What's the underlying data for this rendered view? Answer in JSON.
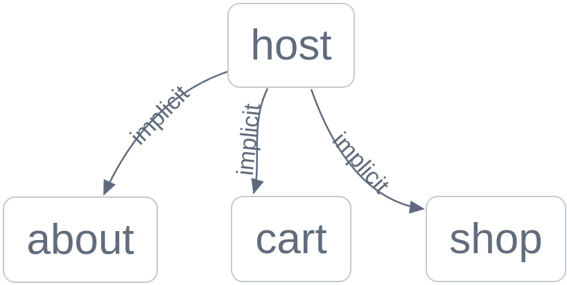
{
  "diagram": {
    "type": "dependency-graph",
    "background_color": "#ffffff",
    "node_border_color": "#c6c9ce",
    "node_text_color": "#616c7c",
    "edge_color": "#5f6b7c",
    "nodes": [
      {
        "id": "host",
        "label": "host"
      },
      {
        "id": "about",
        "label": "about"
      },
      {
        "id": "cart",
        "label": "cart"
      },
      {
        "id": "shop",
        "label": "shop"
      }
    ],
    "edges": [
      {
        "from": "host",
        "to": "about",
        "label": "implicit"
      },
      {
        "from": "host",
        "to": "cart",
        "label": "implicit"
      },
      {
        "from": "host",
        "to": "shop",
        "label": "implicit"
      }
    ]
  }
}
